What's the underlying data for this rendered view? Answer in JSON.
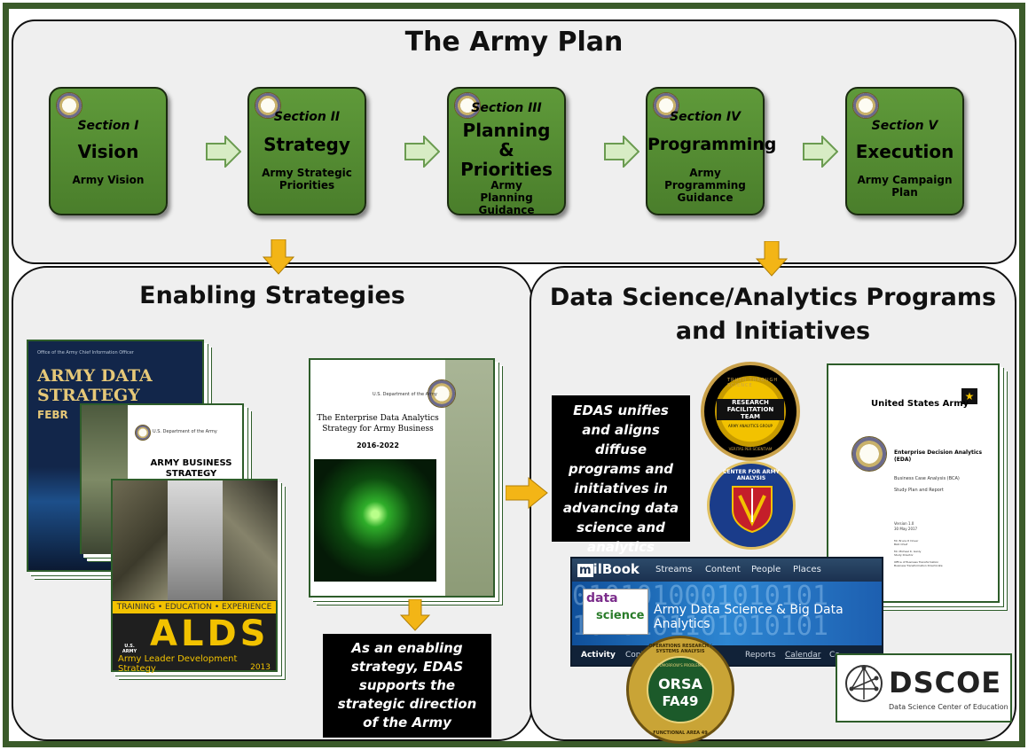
{
  "plan": {
    "title": "The Army Plan",
    "steps": [
      {
        "section": "Section I",
        "name": "Vision",
        "sub": "Army Vision"
      },
      {
        "section": "Section II",
        "name": "Strategy",
        "sub": "Army Strategic Priorities"
      },
      {
        "section": "Section III",
        "name": "Planning & Priorities",
        "sub": "Army Planning Guidance"
      },
      {
        "section": "Section IV",
        "name": "Programming",
        "sub": "Army Programming Guidance"
      },
      {
        "section": "Section V",
        "name": "Execution",
        "sub": "Army Campaign Plan"
      }
    ]
  },
  "enabling": {
    "title": "Enabling Strategies",
    "ads": {
      "title_line1": "ARMY DATA",
      "title_line2": "STRATEGY",
      "date": "FEBR"
    },
    "abs": {
      "header": "U.S. Department of the Army",
      "title_line1": "ARMY BUSINESS",
      "title_line2": "STRATEGY"
    },
    "alds": {
      "banner": "TRAINING • EDUCATION • EXPERIENCE",
      "logo": "ALDS",
      "subtitle": "Army Leader Development Strategy",
      "year": "2013",
      "badge": "U.S. ARMY"
    },
    "edas_doc": {
      "header": "U.S. Department of the Army",
      "title": "The Enterprise Data Analytics Strategy for Army Business",
      "years": "2016-2022"
    },
    "callout": "As an enabling strategy, EDAS supports the strategic direction of the Army"
  },
  "programs": {
    "title_line1": "Data Science/Analytics Programs",
    "title_line2": "and Initiatives",
    "callout": "EDAS unifies and aligns diffuse programs and initiatives in advancing data science and analytics",
    "rft": {
      "ring": "TRUTH THROUGH SCIENCE",
      "name_line1": "RESEARCH",
      "name_line2": "FACILITATION",
      "name_line3": "TEAM",
      "sub": "ARMY ANALYTICS GROUP",
      "bottom": "VERITAS PER SCIENTIAM"
    },
    "caa": {
      "ring": "CENTER FOR ARMY ANALYSIS"
    },
    "eda_doc": {
      "org": "United States Army",
      "title": "Enterprise Decision Analytics (EDA)",
      "line1": "Business Case Analysis (BCA)",
      "line2": "Study Plan and Report",
      "version": "Version 1.0",
      "date": "30 May 2017",
      "sign1": "Mr. Bruce P. Dover",
      "sign1_role": "BAO Chief",
      "sign2": "Mr. Michael K. Ganly",
      "sign2_role": "Study Director",
      "office": "Office of Business Transformation",
      "office2": "Business Transformation Directorate"
    },
    "milbook": {
      "logo_m": "m",
      "logo_text": "ilBook",
      "nav": [
        "Streams",
        "Content",
        "People",
        "Places"
      ],
      "banner_title": "Army Data Science & Big Data Analytics",
      "tag_word1": "data",
      "tag_word2": "science",
      "tabs": [
        "Activity",
        "Content",
        "Reports",
        "Calendar",
        "Co"
      ]
    },
    "orsa": {
      "ring_top": "OPERATIONS RESEARCH / SYSTEMS ANALYSIS",
      "ring_bottom": "FUNCTIONAL AREA 49",
      "inner": "TOMORROW'S PROBLEMS",
      "line1": "ORSA",
      "line2": "FA49"
    },
    "dscoe": {
      "name": "DSCOE",
      "sub": "Data Science Center of Education"
    }
  },
  "colors": {
    "green": "#4f862f",
    "arrow_orange": "#f3b516",
    "frame": "#3b5b2a"
  }
}
